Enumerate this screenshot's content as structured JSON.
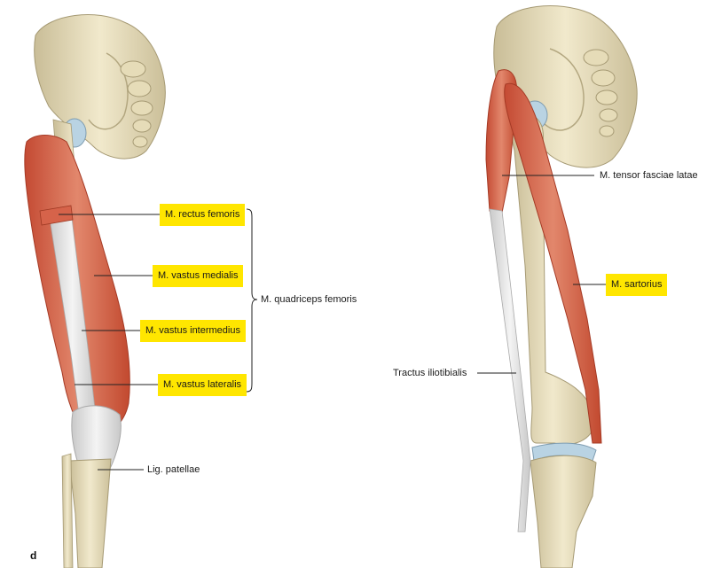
{
  "panel": {
    "letter": "d"
  },
  "labels": {
    "rectus_femoris": "M. rectus femoris",
    "vastus_medialis": "M. vastus medialis",
    "vastus_intermedius": "M. vastus intermedius",
    "vastus_lateralis": "M. vastus lateralis",
    "quadriceps_femoris": "M. quadriceps femoris",
    "lig_patellae": "Lig. patellae",
    "tensor_fasciae_latae": "M. tensor fasciae latae",
    "sartorius": "M. sartorius",
    "tractus_iliotibialis": "Tractus iliotibialis"
  },
  "colors": {
    "highlight": "#ffe600",
    "muscle": "#d9674d",
    "bone": "#e9dfbe",
    "tendon": "#e6e6e6",
    "cartilage": "#b9d3e3"
  }
}
